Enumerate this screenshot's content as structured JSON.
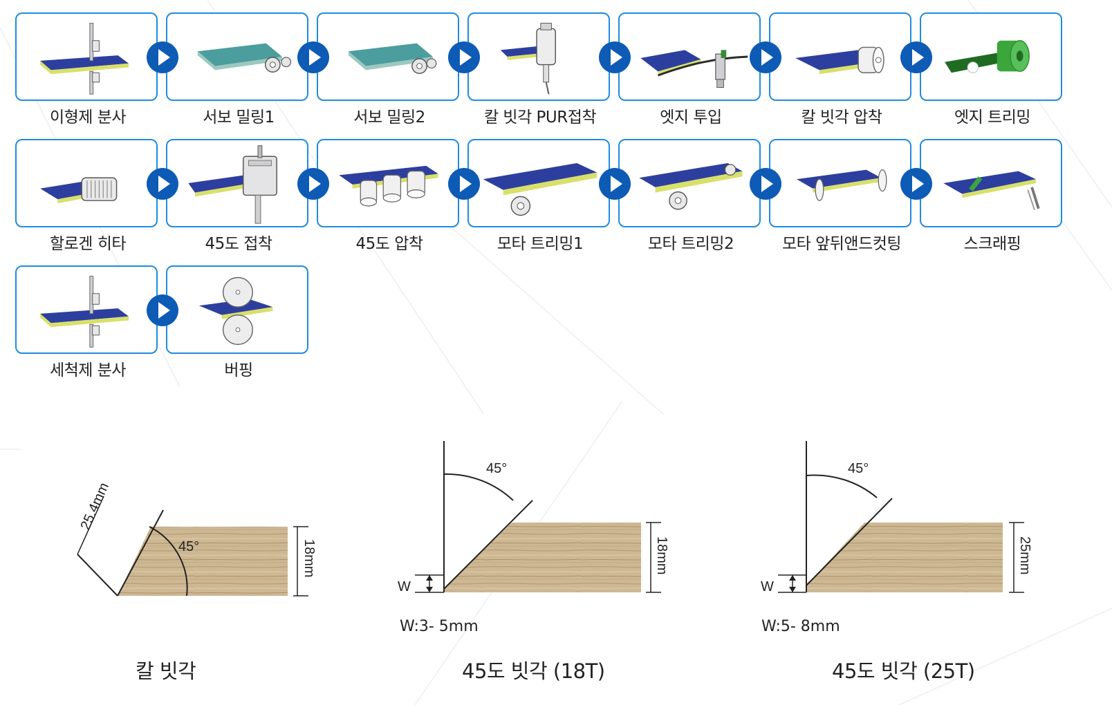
{
  "steps": [
    {
      "label": "이형제 분사",
      "icon": "spray-nozzle-icon"
    },
    {
      "label": "서보 밀링1",
      "icon": "milling-cutter-icon"
    },
    {
      "label": "서보 밀링2",
      "icon": "milling-cutter-icon"
    },
    {
      "label": "칼 빗각 PUR접착",
      "icon": "glue-pot-icon"
    },
    {
      "label": "엣지 투입",
      "icon": "edge-feed-icon"
    },
    {
      "label": "칼 빗각 압착",
      "icon": "pressure-roller-icon"
    },
    {
      "label": "엣지 트리밍",
      "icon": "edge-band-roll-icon"
    },
    {
      "label": "할로겐 히타",
      "icon": "halogen-heater-icon"
    },
    {
      "label": "45도 접착",
      "icon": "glue-unit-icon"
    },
    {
      "label": "45도 압착",
      "icon": "pressure-rollers-icon"
    },
    {
      "label": "모타 트리밍1",
      "icon": "trimming-cutter-icon"
    },
    {
      "label": "모타 트리밍2",
      "icon": "trimming-cutter-icon"
    },
    {
      "label": "모타 앞뒤앤드컷팅",
      "icon": "end-cutting-saw-icon"
    },
    {
      "label": "스크래핑",
      "icon": "scraper-icon"
    },
    {
      "label": "세척제 분사",
      "icon": "spray-nozzle-icon"
    },
    {
      "label": "버핑",
      "icon": "buffing-wheel-icon"
    }
  ],
  "diagrams": [
    {
      "caption": "칼 빗각",
      "angle": "45°",
      "dimension": "25.4mm",
      "thickness": "18mm"
    },
    {
      "caption": "45도 빗각 (18T)",
      "angle": "45°",
      "w_label": "W",
      "w_note": "W:3- 5mm",
      "thickness": "18mm"
    },
    {
      "caption": "45도 빗각 (25T)",
      "angle": "45°",
      "w_label": "W",
      "w_note": "W:5- 8mm",
      "thickness": "25mm"
    }
  ],
  "colors": {
    "card_border": "#1e8ce0",
    "arrow": "#0d5bb5",
    "board_top": "#2d3f9e",
    "board_edge": "#d8e06a",
    "wood": "#c9b48e"
  }
}
